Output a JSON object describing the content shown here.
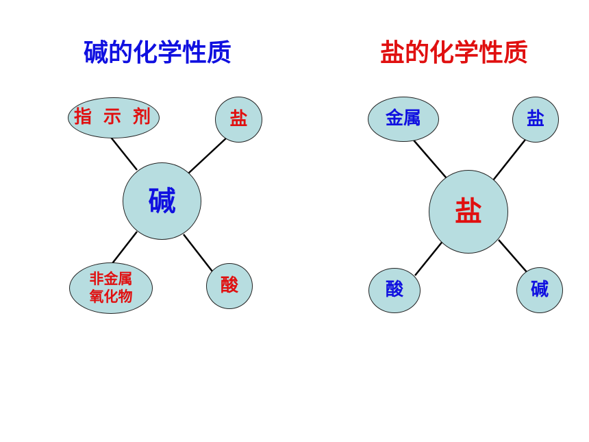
{
  "colors": {
    "blue": "#1010e0",
    "red": "#e01010",
    "node_fill": "#b7dde0"
  },
  "base": {
    "title": "碱的化学性质",
    "center": "碱",
    "nodes": {
      "indicator": "指 示 剂",
      "salt": "盐",
      "nonmetal_oxide_line1": "非金属",
      "nonmetal_oxide_line2": "氧化物",
      "acid": "酸"
    }
  },
  "salt": {
    "title": "盐的化学性质",
    "center": "盐",
    "nodes": {
      "metal": "金属",
      "salt": "盐",
      "acid": "酸",
      "base": "碱"
    }
  }
}
